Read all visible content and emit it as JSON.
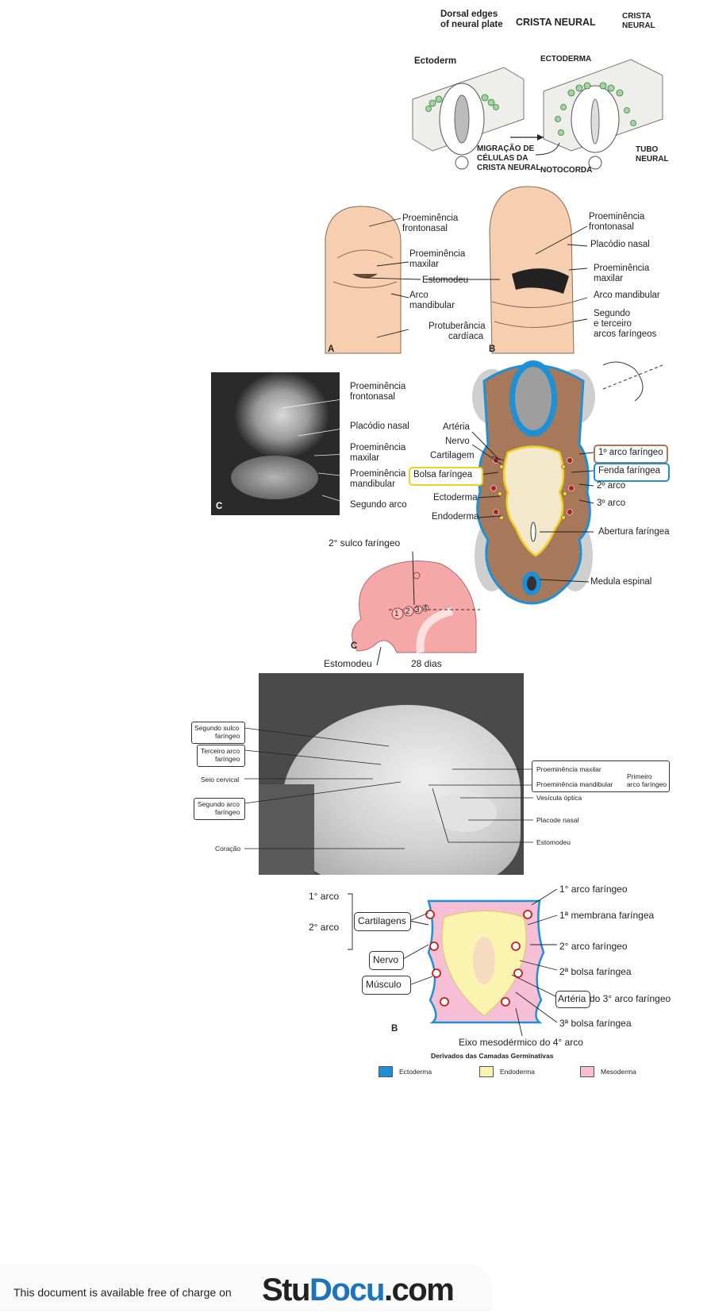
{
  "fig1": {
    "dorsal_edges": "Dorsal edges",
    "of_neural_plate": "of neural plate",
    "crista_neural": "CRISTA NEURAL",
    "crista_neural_right_1": "CRISTA",
    "crista_neural_right_2": "NEURAL",
    "ectoderm": "Ectoderm",
    "ectoderma": "ECTODERMA",
    "migracao_1": "MIGRAÇÃO DE",
    "migracao_2": "CÉLULAS DA",
    "migracao_3": "CRISTA NEURAL",
    "notocorda": "NOTOCORDA",
    "tubo_1": "TUBO",
    "tubo_2": "NEURAL"
  },
  "fig2": {
    "a_prom_fronto_1": "Proeminência",
    "a_prom_fronto_2": "frontonasal",
    "a_prom_max_1": "Proeminência",
    "a_prom_max_2": "maxilar",
    "a_estomodeu": "Estomodeu",
    "a_arco_1": "Arco",
    "a_arco_2": "mandibular",
    "a_protuberancia_1": "Protuberância",
    "a_protuberancia_2": "cardíaca",
    "b_prom_fronto_1": "Proeminência",
    "b_prom_fronto_2": "frontonasal",
    "b_placodio": "Placódio nasal",
    "b_prom_max_1": "Proeminência",
    "b_prom_max_2": "maxilar",
    "b_arco_mand": "Arco mandibular",
    "b_segundo_1": "Segundo",
    "b_segundo_2": "e terceiro",
    "b_segundo_3": "arcos faríngeos",
    "letter_a": "A",
    "letter_b": "B"
  },
  "fig3": {
    "prom_fronto_1": "Proeminência",
    "prom_fronto_2": "frontonasal",
    "placodio": "Placódio nasal",
    "prom_max_1": "Proeminência",
    "prom_max_2": "maxilar",
    "prom_mand_1": "Proeminência",
    "prom_mand_2": "mandibular",
    "segundo_arco": "Segundo arco",
    "letter_c": "C"
  },
  "fig4": {
    "arteria": "Artéria",
    "nervo": "Nervo",
    "cartilagem": "Cartilagem",
    "bolsa": "Bolsa faríngea",
    "ectoderma": "Ectoderma",
    "endoderma": "Endoderma",
    "primeiro_arco": "1º arco faríngeo",
    "fenda": "Fenda faríngea",
    "segundo_arco": "2º arco",
    "terceiro_arco": "3º arco",
    "abertura": "Abertura faríngea",
    "medula": "Medula espinal"
  },
  "fig5": {
    "sulco": "2° sulco faríngeo",
    "n1": "1",
    "n2": "2",
    "n3": "3",
    "n4": "4",
    "letter_c": "C",
    "estomodeu": "Estomodeu",
    "dias": "28 dias"
  },
  "fig6": {
    "segundo_sulco_1": "Segundo sulco",
    "segundo_sulco_2": "faríngeo",
    "terceiro_arco_1": "Terceiro arco",
    "terceiro_arco_2": "faríngeo",
    "seio": "Seio cervical",
    "segundo_arco_1": "Segundo arco",
    "segundo_arco_2": "faríngeo",
    "coracao": "Coração",
    "prom_max": "Proeminência maxilar",
    "prom_mand": "Proeminência mandibular",
    "primeiro_1": "Primeiro",
    "primeiro_2": "arco faríngeo",
    "vesicula": "Vesícula óptica",
    "placode": "Placode nasal",
    "estomodeu": "Estomodeu"
  },
  "fig7": {
    "arco1": "1° arco",
    "arco2": "2° arco",
    "cartilagens": "Cartilagens",
    "nervo": "Nervo",
    "musculo": "Músculo",
    "letter_b": "B",
    "r1": "1° arco faríngeo",
    "r2": "1ª membrana faríngea",
    "r3": "2° arco faríngeo",
    "r4": "2ª bolsa faríngea",
    "r5_box": "Artéria",
    "r5_rest": "do 3° arco faríngeo",
    "r6": "3ª bolsa faríngea",
    "eixo": "Eixo mesodérmico do 4° arco",
    "derivados": "Derivados das Camadas Germinativas",
    "legend": [
      {
        "label": "Ectoderma",
        "color": "#1e90d6"
      },
      {
        "label": "Endoderma",
        "color": "#fbf3b0"
      },
      {
        "label": "Mesoderma",
        "color": "#f6bfd6"
      }
    ]
  },
  "footer": {
    "available": "This document is available free of charge on",
    "brand_stu": "Stu",
    "brand_docu": "Docu",
    "brand_com": ".com",
    "brand_dark": "#222222",
    "brand_blue": "#1c75bc"
  }
}
